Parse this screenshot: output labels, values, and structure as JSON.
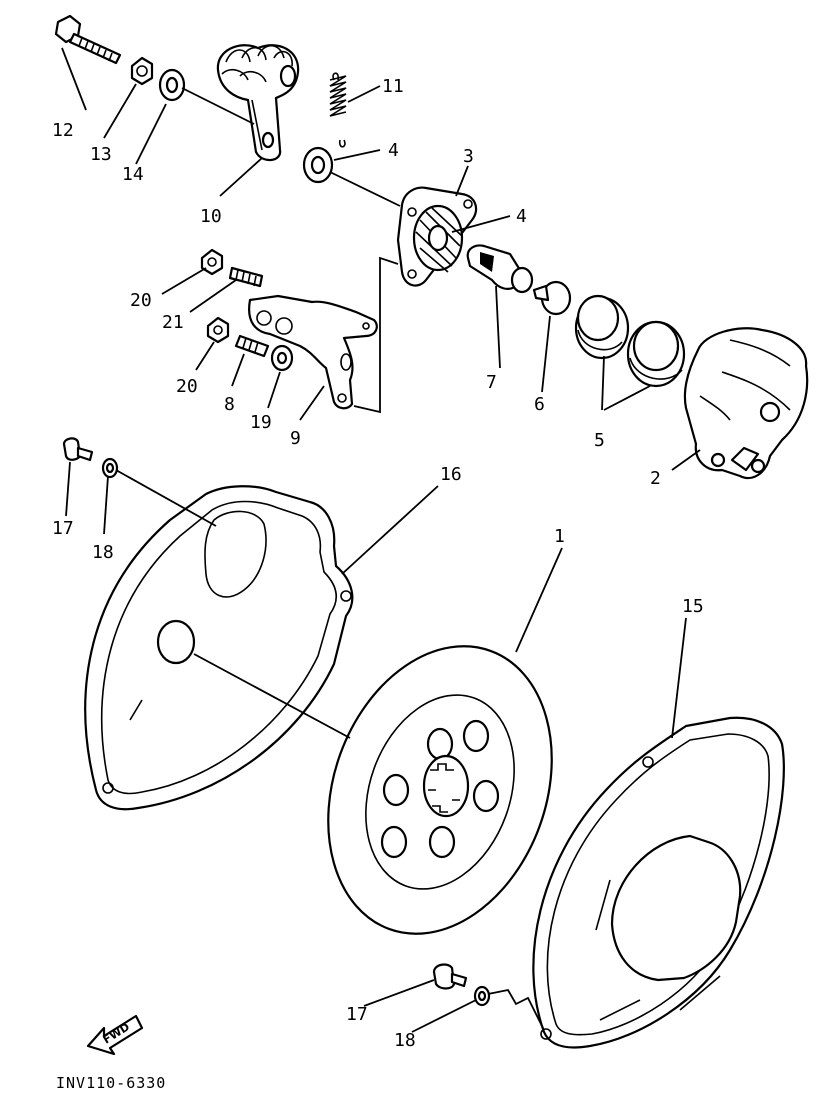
{
  "callouts": {
    "c1": "1",
    "c2": "2",
    "c3": "3",
    "c4a": "4",
    "c4b": "4",
    "c5": "5",
    "c6": "6",
    "c7": "7",
    "c8": "8",
    "c9": "9",
    "c10": "10",
    "c11": "11",
    "c12": "12",
    "c13": "13",
    "c14": "14",
    "c15": "15",
    "c16": "16",
    "c17a": "17",
    "c17b": "17",
    "c18a": "18",
    "c18b": "18",
    "c19": "19",
    "c20a": "20",
    "c20b": "20",
    "c21": "21"
  },
  "fwd_label": "FWD",
  "drawing_code": "INV110-6330"
}
